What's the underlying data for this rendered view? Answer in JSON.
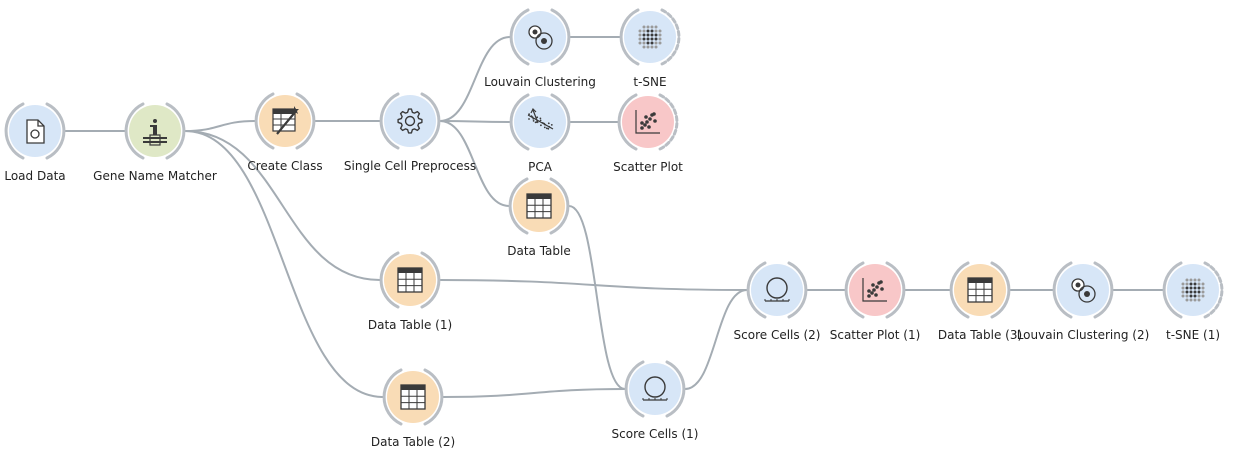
{
  "nodes": [
    {
      "id": "load_data",
      "label": "Load Data",
      "color": "#d7e6f7",
      "icon": "file-icon"
    },
    {
      "id": "gene_name_matcher",
      "label": "Gene Name Matcher",
      "color": "#dfe8c6",
      "icon": "info-icon"
    },
    {
      "id": "create_class",
      "label": "Create Class",
      "color": "#f9dcb6",
      "icon": "create-class-icon"
    },
    {
      "id": "single_cell_preprocess",
      "label": "Single Cell Preprocess",
      "color": "#d7e6f7",
      "icon": "gear-icon"
    },
    {
      "id": "louvain_clustering",
      "label": "Louvain Clustering",
      "color": "#d7e6f7",
      "icon": "cluster-icon"
    },
    {
      "id": "tsne",
      "label": "t-SNE",
      "color": "#d7e6f7",
      "icon": "tsne-icon"
    },
    {
      "id": "pca",
      "label": "PCA",
      "color": "#d7e6f7",
      "icon": "pca-icon"
    },
    {
      "id": "scatter_plot",
      "label": "Scatter Plot",
      "color": "#f8c7c8",
      "icon": "scatter-icon"
    },
    {
      "id": "data_table",
      "label": "Data Table",
      "color": "#f9dcb6",
      "icon": "table-icon"
    },
    {
      "id": "data_table_1",
      "label": "Data Table (1)",
      "color": "#f9dcb6",
      "icon": "table-icon"
    },
    {
      "id": "data_table_2",
      "label": "Data Table (2)",
      "color": "#f9dcb6",
      "icon": "table-icon"
    },
    {
      "id": "score_cells_1",
      "label": "Score Cells (1)",
      "color": "#d7e6f7",
      "icon": "score-icon"
    },
    {
      "id": "score_cells_2",
      "label": "Score Cells (2)",
      "color": "#d7e6f7",
      "icon": "score-icon"
    },
    {
      "id": "scatter_plot_1",
      "label": "Scatter Plot (1)",
      "color": "#f8c7c8",
      "icon": "scatter-icon"
    },
    {
      "id": "data_table_3",
      "label": "Data Table (3)",
      "color": "#f9dcb6",
      "icon": "table-icon"
    },
    {
      "id": "louvain_clustering_2",
      "label": "Louvain Clustering (2)",
      "color": "#d7e6f7",
      "icon": "cluster-icon"
    },
    {
      "id": "tsne_1",
      "label": "t-SNE (1)",
      "color": "#d7e6f7",
      "icon": "tsne-icon"
    }
  ],
  "links": [
    {
      "from": "load_data",
      "to": "gene_name_matcher"
    },
    {
      "from": "gene_name_matcher",
      "to": "create_class"
    },
    {
      "from": "gene_name_matcher",
      "to": "data_table_1"
    },
    {
      "from": "gene_name_matcher",
      "to": "data_table_2"
    },
    {
      "from": "create_class",
      "to": "single_cell_preprocess"
    },
    {
      "from": "single_cell_preprocess",
      "to": "louvain_clustering"
    },
    {
      "from": "single_cell_preprocess",
      "to": "pca"
    },
    {
      "from": "single_cell_preprocess",
      "to": "data_table"
    },
    {
      "from": "louvain_clustering",
      "to": "tsne"
    },
    {
      "from": "pca",
      "to": "scatter_plot"
    },
    {
      "from": "data_table",
      "to": "score_cells_1"
    },
    {
      "from": "data_table_1",
      "to": "score_cells_2"
    },
    {
      "from": "data_table_2",
      "to": "score_cells_1"
    },
    {
      "from": "score_cells_1",
      "to": "score_cells_2"
    },
    {
      "from": "score_cells_2",
      "to": "scatter_plot_1"
    },
    {
      "from": "scatter_plot_1",
      "to": "data_table_3"
    },
    {
      "from": "data_table_3",
      "to": "louvain_clustering_2"
    },
    {
      "from": "louvain_clustering_2",
      "to": "tsne_1"
    }
  ]
}
